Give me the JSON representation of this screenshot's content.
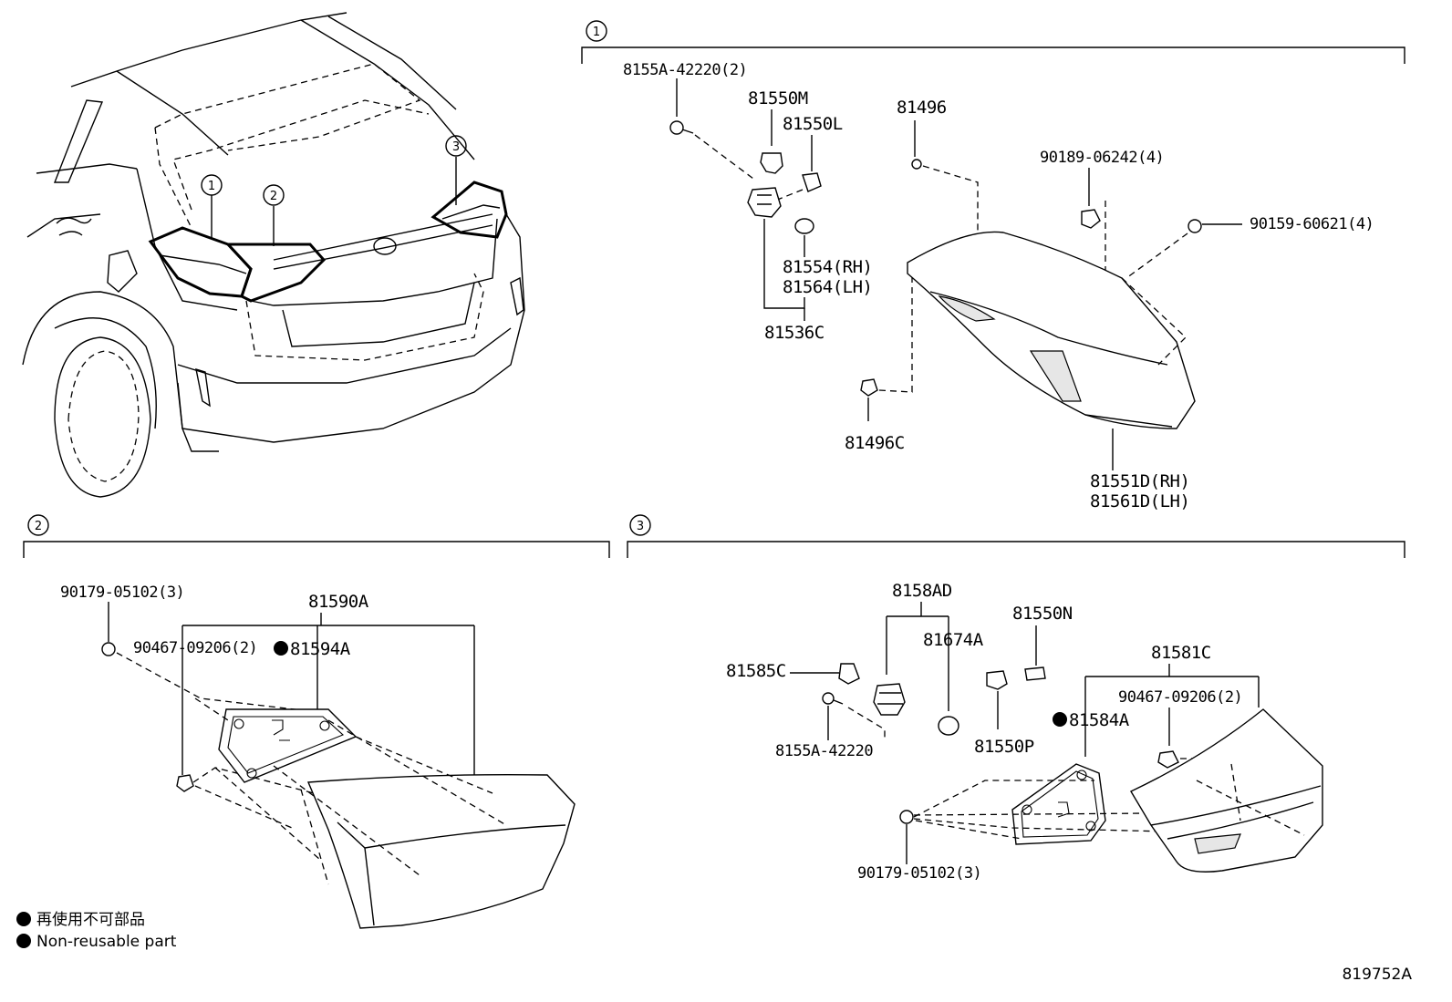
{
  "callouts": [
    "1",
    "2",
    "3"
  ],
  "section1": {
    "number": "1",
    "labels": {
      "p1": "8155A-42220(2)",
      "p2": "81550M",
      "p3": "81550L",
      "p4": "81496",
      "p5": "90189-06242(4)",
      "p6": "90159-60621(4)",
      "p7": "81554(RH)",
      "p8": "81564(LH)",
      "p9": "81536C",
      "p10": "81496C",
      "p11": "81551D(RH)",
      "p12": "81561D(LH)"
    }
  },
  "section2": {
    "number": "2",
    "labels": {
      "p1": "90179-05102(3)",
      "p2": "81590A",
      "p3": "90467-09206(2)",
      "p4": "81594A"
    }
  },
  "section3": {
    "number": "3",
    "labels": {
      "p1": "8158AD",
      "p2": "81550N",
      "p3": "81674A",
      "p4": "81581C",
      "p5": "81585C",
      "p6": "90467-09206(2)",
      "p7": "81584A",
      "p8": "8155A-42220",
      "p9": "81550P",
      "p10": "90179-05102(3)"
    }
  },
  "legend": {
    "line1": "再使用不可部品",
    "line2": "Non-reusable part"
  },
  "diagram_id": "819752A"
}
